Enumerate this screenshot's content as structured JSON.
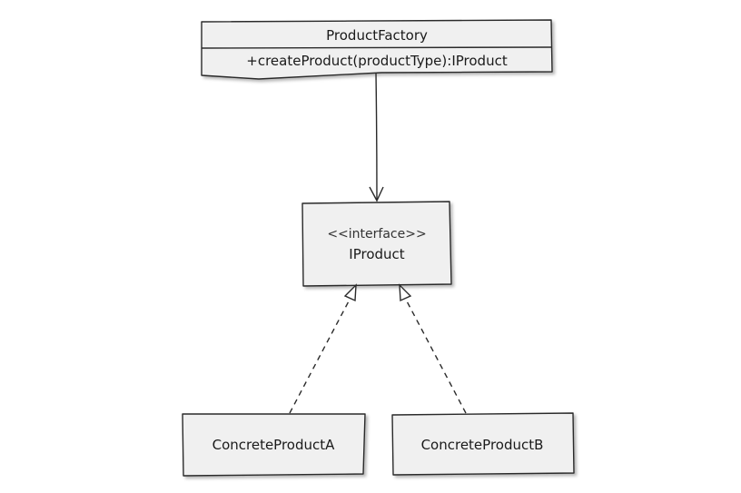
{
  "factory": {
    "name": "ProductFactory",
    "method": "+createProduct(productType):IProduct"
  },
  "interface": {
    "stereotype": "<<interface>>",
    "name": "IProduct"
  },
  "concrete_a": {
    "name": "ConcreteProductA"
  },
  "concrete_b": {
    "name": "ConcreteProductB"
  },
  "colors": {
    "box_fill": "#f0f0f0",
    "stroke": "#2a2a2a",
    "text": "#1a1a1a"
  }
}
